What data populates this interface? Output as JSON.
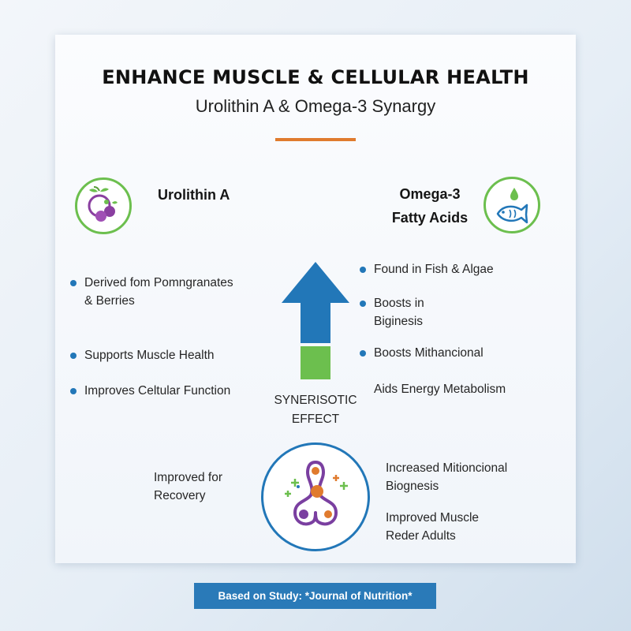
{
  "header": {
    "title": "ENHANCE MUSCLE & CELLULAR HEALTH",
    "subtitle": "Urolithin A & Omega-3 Synargy"
  },
  "left": {
    "heading": "Urolithin A",
    "icon": "berries-icon",
    "bullets": [
      {
        "line1": "Derived fom Pomngranates",
        "line2": "& Berries"
      },
      {
        "line1": "Supports Muscle Health"
      },
      {
        "line1": "Improves Celtular Function"
      }
    ]
  },
  "right": {
    "heading_line1": "Omega-3",
    "heading_line2": "Fatty Acids",
    "icon": "fish-icon",
    "bullets": [
      {
        "line1": "Found in Fish & Algae"
      },
      {
        "line1": "Boosts in",
        "line2": "Biginesis"
      },
      {
        "line1": "Boosts Mithancional"
      }
    ],
    "extra": "Aids Energy Metabolism"
  },
  "center": {
    "effect_line1": "SYNERISOTIC",
    "effect_line2": "EFFECT",
    "icon": "mitochondria-icon"
  },
  "outcomes": {
    "left_line1": "Improved for",
    "left_line2": "Recovery",
    "right1_line1": "Increased Mitioncional",
    "right1_line2": "Biognesis",
    "right2_line1": "Improved Muscle",
    "right2_line2": "Reder Adults"
  },
  "footer": {
    "source": "Based on Study: *Journal of Nutrition*"
  },
  "colors": {
    "accent": "#e07b2e",
    "green": "#6cbf4e",
    "blue": "#2277b8",
    "badge": "#2a7ab8"
  }
}
